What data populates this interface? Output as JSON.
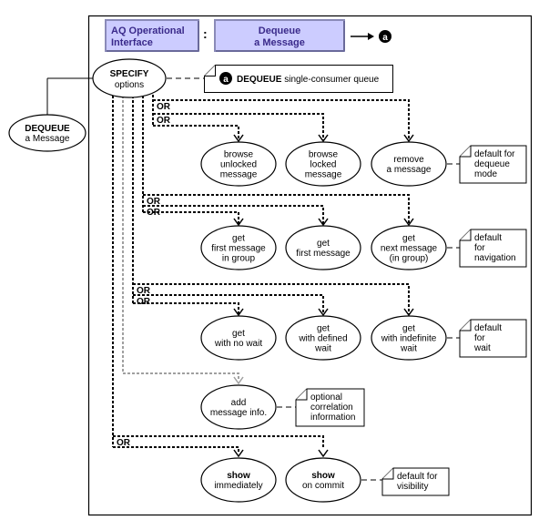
{
  "header": {
    "box1_lines": [
      "AQ Operational",
      "Interface"
    ],
    "separator": ":",
    "box2_lines": [
      "Dequeue",
      "a Message"
    ],
    "ref_badge": "a",
    "box_fill": "#ccccff",
    "text_color": "#3a2a8a"
  },
  "root_node": {
    "lines": [
      "DEQUEUE",
      "a Message"
    ]
  },
  "specify_node": {
    "lines": [
      "SPECIFY",
      "options"
    ]
  },
  "main_note": {
    "badge": "a",
    "bold": "DEQUEUE",
    "text": " single-consumer queue"
  },
  "or_label": "OR",
  "rows": [
    {
      "name": "dequeue-mode",
      "nodes": [
        {
          "lines": [
            "browse",
            "unlocked",
            "message"
          ]
        },
        {
          "lines": [
            "browse",
            "locked",
            "message"
          ]
        },
        {
          "lines": [
            "remove",
            "a message"
          ]
        }
      ],
      "note": [
        "default for",
        "dequeue",
        "mode"
      ]
    },
    {
      "name": "navigation",
      "nodes": [
        {
          "lines": [
            "get",
            "first message",
            "in group"
          ]
        },
        {
          "lines": [
            "get",
            "first message"
          ]
        },
        {
          "lines": [
            "get",
            "next message",
            "(in group)"
          ]
        }
      ],
      "note": [
        "default",
        "for",
        "navigation"
      ]
    },
    {
      "name": "wait",
      "nodes": [
        {
          "lines": [
            "get",
            "with no wait"
          ]
        },
        {
          "lines": [
            "get",
            "with defined",
            "wait"
          ]
        },
        {
          "lines": [
            "get",
            "with indefinite",
            "wait"
          ]
        }
      ],
      "note": [
        "default",
        "for",
        "wait"
      ]
    }
  ],
  "correlation": {
    "node": {
      "lines": [
        "add",
        "message info."
      ]
    },
    "note": [
      "optional",
      "correlation",
      "information"
    ]
  },
  "visibility": {
    "nodes": [
      {
        "lines": [
          "show",
          "immediately"
        ]
      },
      {
        "lines": [
          "show",
          "on commit"
        ]
      }
    ],
    "note": [
      "default for",
      "visibility"
    ]
  }
}
